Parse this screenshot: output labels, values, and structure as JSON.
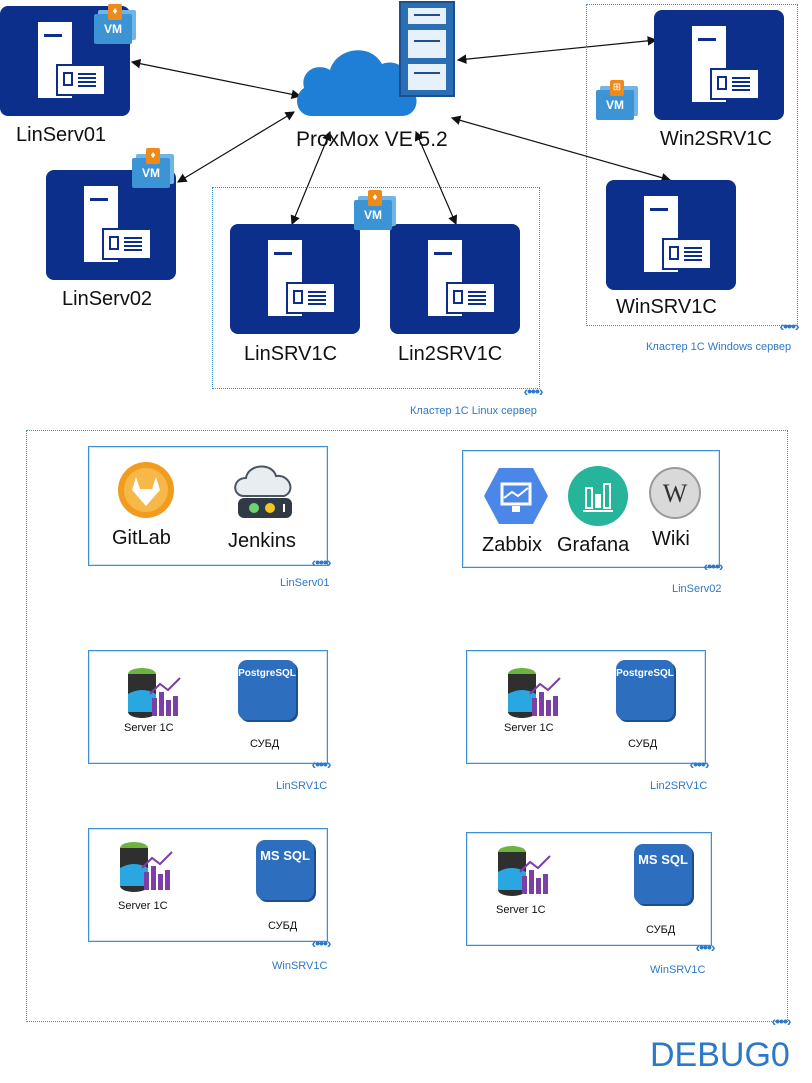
{
  "hub": {
    "label": "ProxMox VE 5.2"
  },
  "nodes": {
    "linserv01": "LinServ01",
    "linserv02": "LinServ02",
    "linsrv1c": "LinSRV1C",
    "lin2srv1c": "Lin2SRV1C",
    "win2srv1c": "Win2SRV1C",
    "winsrv1c": "WinSRV1C"
  },
  "vm_badge": "VM",
  "clusters": {
    "linux": "Кластер 1С Linux сервер",
    "windows": "Кластер 1С Windows сервер"
  },
  "debug": {
    "title": "DEBUG0"
  },
  "groups": {
    "g1": {
      "apps": [
        "GitLab",
        "Jenkins"
      ],
      "caption": "LinServ01"
    },
    "g2": {
      "apps": [
        "Zabbix",
        "Grafana",
        "Wiki"
      ],
      "caption": "LinServ02"
    },
    "g3": {
      "server": "Server 1C",
      "db_name": "PostgreSQL",
      "db_role": "СУБД",
      "caption": "LinSRV1C"
    },
    "g4": {
      "server": "Server 1C",
      "db_name": "PostgreSQL",
      "db_role": "СУБД",
      "caption": "Lin2SRV1C"
    },
    "g5": {
      "server": "Server 1C",
      "db_name": "MS SQL",
      "db_role": "СУБД",
      "caption": "WinSRV1C"
    },
    "g6": {
      "server": "Server 1C",
      "db_name": "MS SQL",
      "db_role": "СУБД",
      "caption": "WinSRV1C"
    }
  },
  "dots_glyph": "‹•••›",
  "colors": {
    "server_tile": "#0b2f8a",
    "cloud": "#1f7fd6",
    "accent": "#2d78c8",
    "db": "#2d6fbe"
  }
}
